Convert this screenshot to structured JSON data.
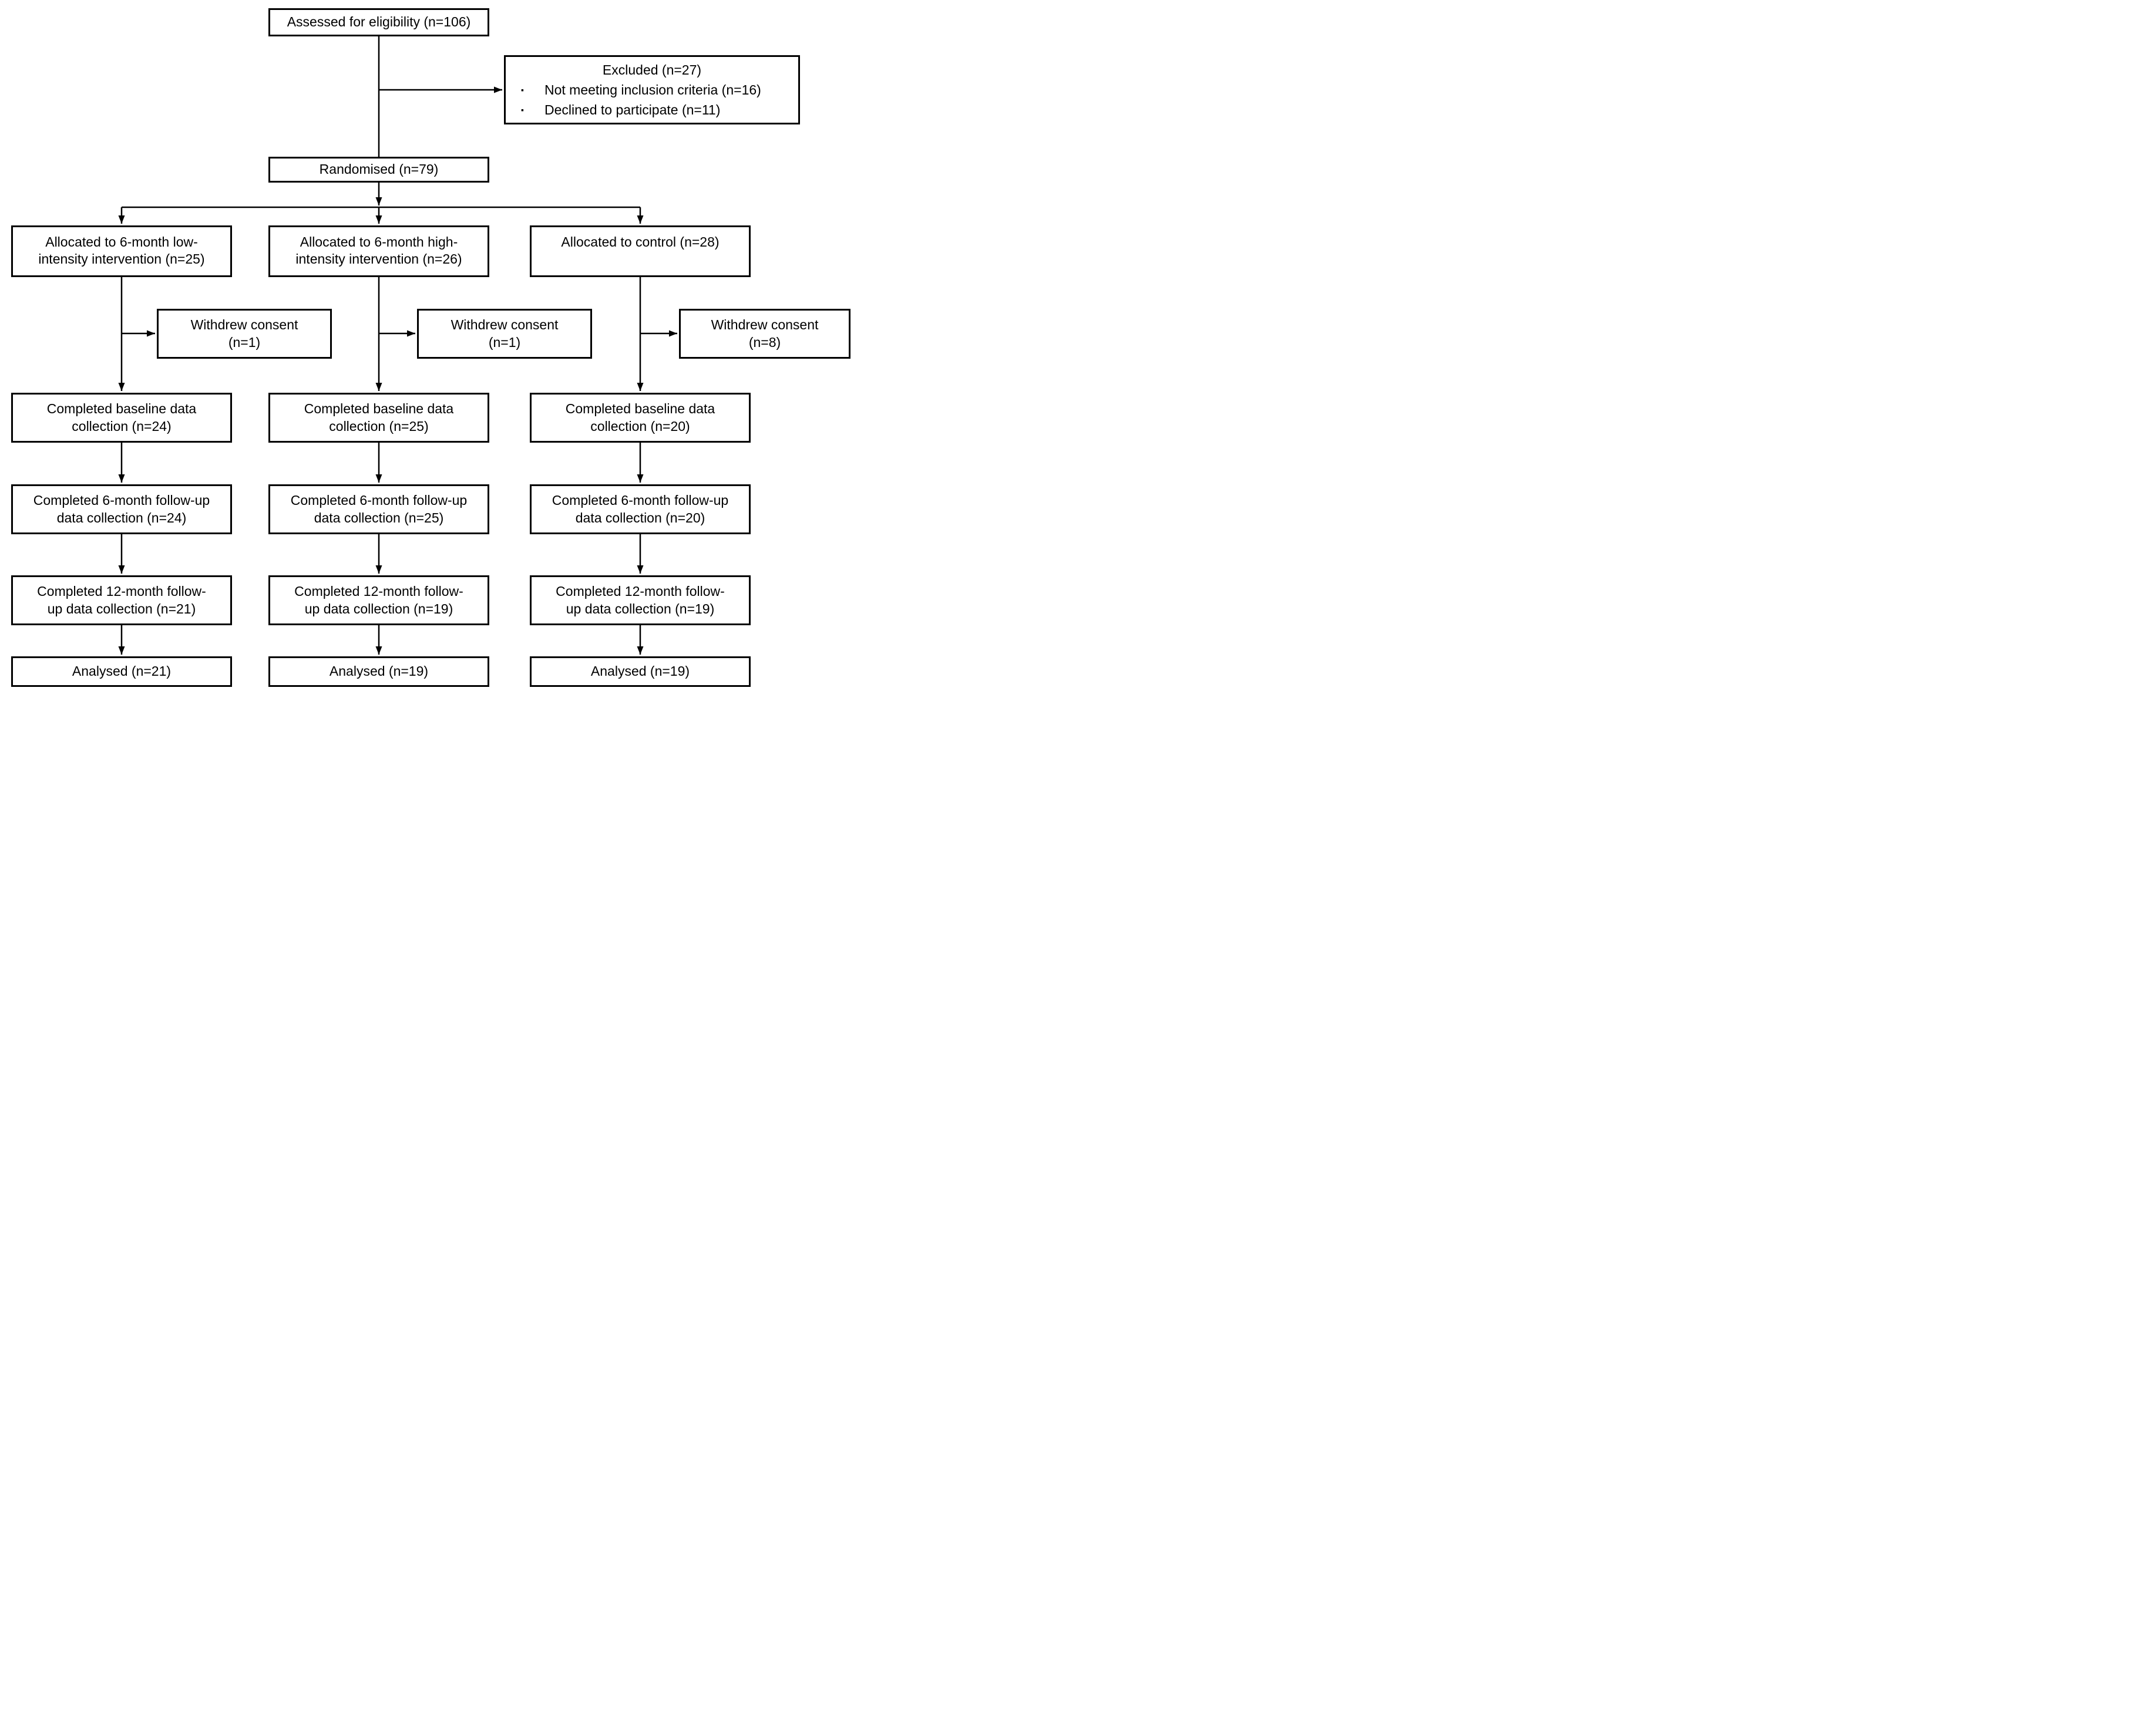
{
  "diagram": {
    "assessed": {
      "label": "Assessed for eligibility (n=106)"
    },
    "excluded": {
      "title": "Excluded (n=27)",
      "bullet_icon": "▪",
      "reasons": [
        "Not meeting inclusion criteria (n=16)",
        "Declined to participate (n=11)"
      ]
    },
    "randomised": {
      "label": "Randomised (n=79)"
    },
    "arms": [
      {
        "allocated": "Allocated to 6-month low-\nintensity intervention (n=25)",
        "withdrew": "Withdrew consent\n(n=1)",
        "baseline": "Completed baseline data\ncollection (n=24)",
        "followup_6m": "Completed 6-month follow-up\ndata collection (n=24)",
        "followup_12m": "Completed 12-month follow-\nup data collection (n=21)",
        "analysed": "Analysed (n=21)"
      },
      {
        "allocated": "Allocated to 6-month high-\nintensity intervention (n=26)",
        "withdrew": "Withdrew consent\n(n=1)",
        "baseline": "Completed baseline data\ncollection (n=25)",
        "followup_6m": "Completed 6-month follow-up\ndata collection (n=25)",
        "followup_12m": "Completed 12-month follow-\nup data collection (n=19)",
        "analysed": "Analysed (n=19)"
      },
      {
        "allocated": "Allocated to control (n=28)",
        "withdrew": "Withdrew consent\n(n=8)",
        "baseline": "Completed baseline data\ncollection (n=20)",
        "followup_6m": "Completed 6-month follow-up\ndata collection (n=20)",
        "followup_12m": "Completed 12-month follow-\nup data collection (n=19)",
        "analysed": "Analysed (n=19)"
      }
    ],
    "colors": {
      "background": "#ffffff",
      "box_fill": "#ffffff",
      "box_border": "#000000",
      "line": "#000000",
      "text": "#000000"
    }
  }
}
